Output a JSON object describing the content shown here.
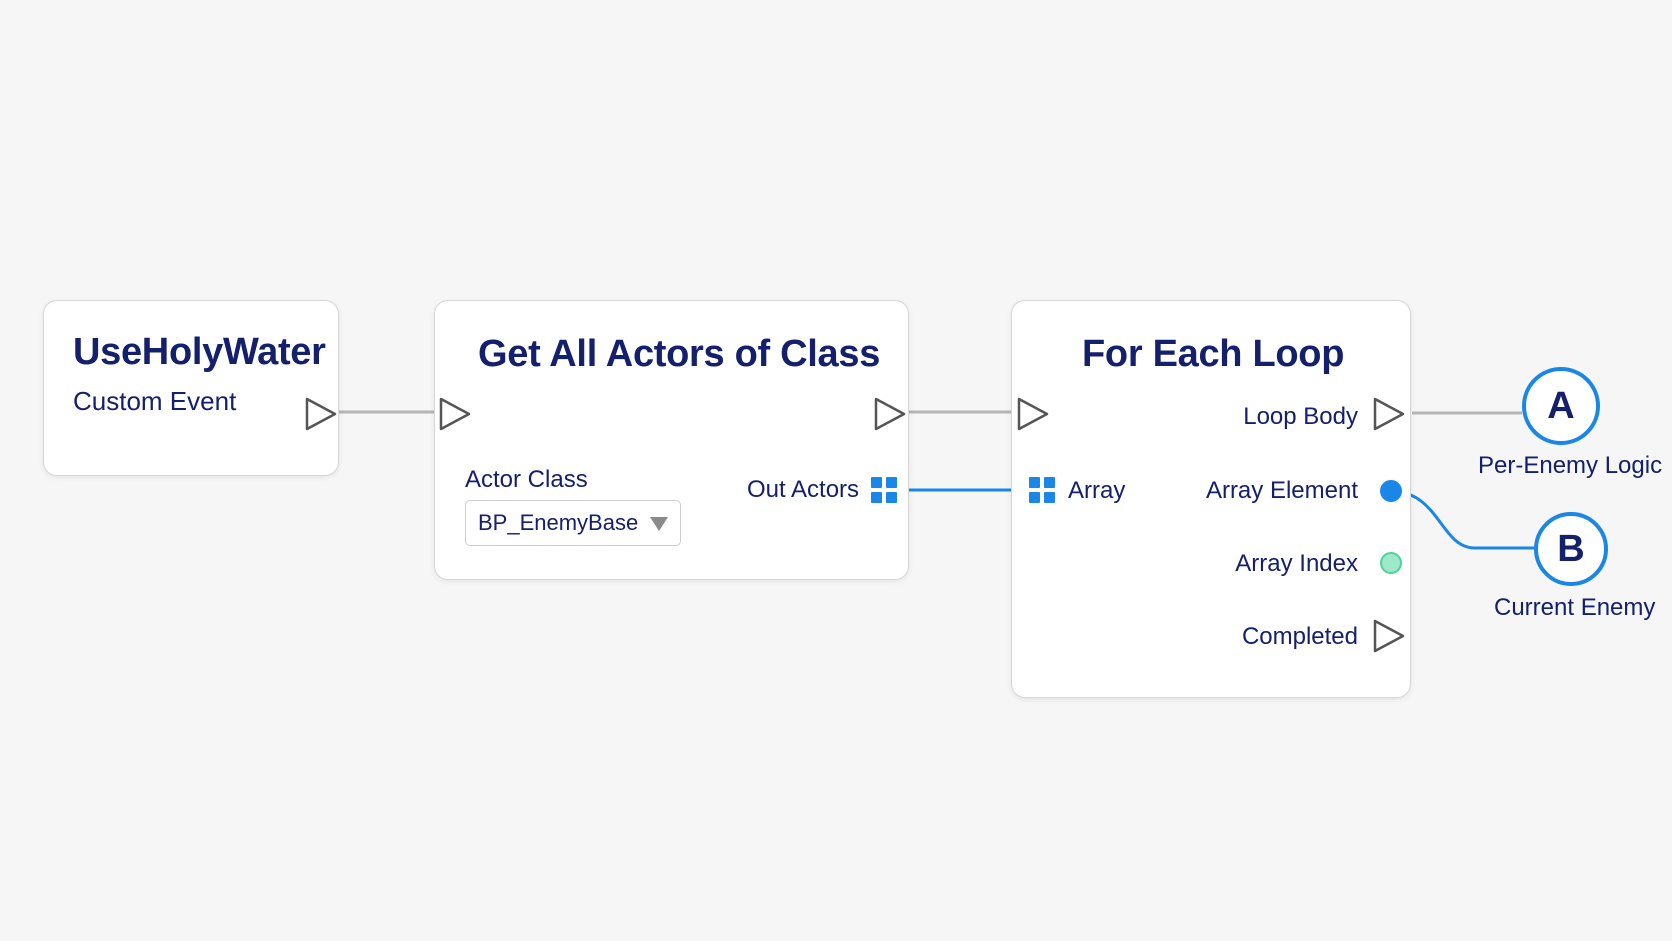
{
  "nodes": {
    "event": {
      "title": "UseHolyWater",
      "subtitle": "Custom Event"
    },
    "get_actors": {
      "title": "Get All Actors of Class",
      "actor_class_label": "Actor Class",
      "actor_class_value": "BP_EnemyBase",
      "out_actors_label": "Out Actors"
    },
    "for_each": {
      "title": "For Each Loop",
      "array_label": "Array",
      "loop_body_label": "Loop Body",
      "array_element_label": "Array Element",
      "array_index_label": "Array Index",
      "completed_label": "Completed"
    }
  },
  "connectors": {
    "a": {
      "letter": "A",
      "label": "Per-Enemy Logic"
    },
    "b": {
      "letter": "B",
      "label": "Current Enemy"
    }
  },
  "colors": {
    "background": "#f6f6f6",
    "text": "#14206b",
    "array_pin": "#1a86e8",
    "object_pin": "#1a86e8",
    "integer_pin": "#7de0b4",
    "exec_wire": "#b5b5b5",
    "data_wire": "#1a86e8"
  }
}
